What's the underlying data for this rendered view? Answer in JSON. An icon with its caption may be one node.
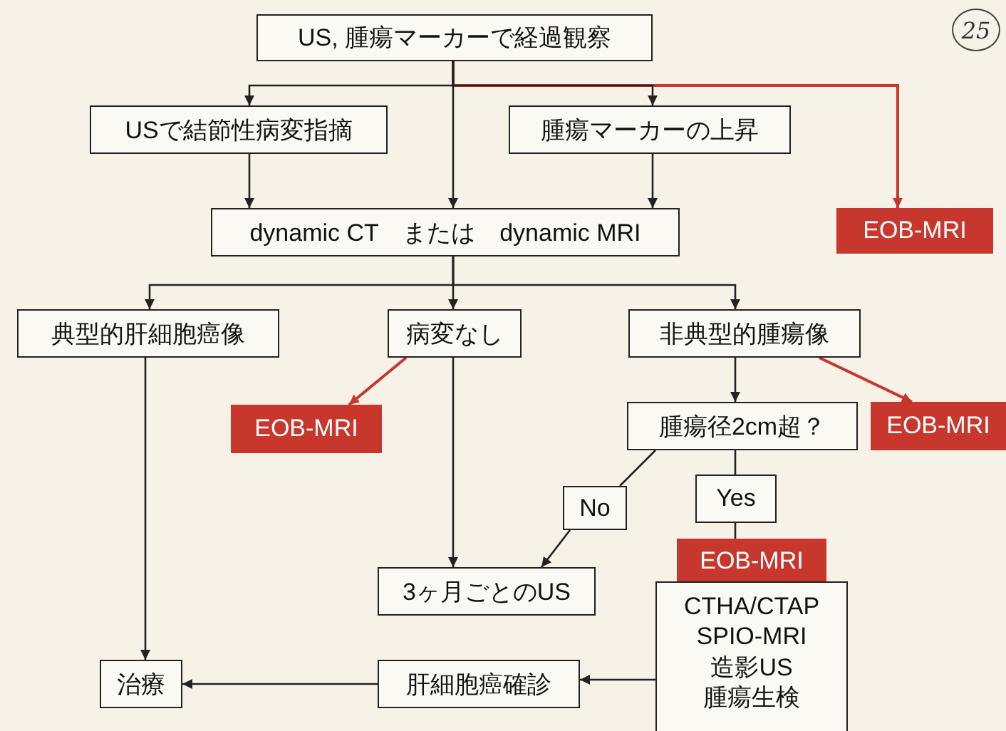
{
  "diagram": {
    "nodes": [
      {
        "text": [
          "US, 腫瘍マーカーで経過観察"
        ]
      },
      {
        "text": [
          "USで結節性病変指摘"
        ]
      },
      {
        "text": [
          "腫瘍マーカーの上昇"
        ]
      },
      {
        "text": [
          "EOB-MRI"
        ]
      },
      {
        "text": [
          "dynamic CT　または　dynamic MRI"
        ]
      },
      {
        "text": [
          "典型的肝細胞癌像"
        ]
      },
      {
        "text": [
          "病変なし"
        ]
      },
      {
        "text": [
          "非典型的腫瘍像"
        ]
      },
      {
        "text": [
          "EOB-MRI"
        ]
      },
      {
        "text": [
          "腫瘍径2cm超？"
        ]
      },
      {
        "text": [
          "EOB-MRI"
        ]
      },
      {
        "text": [
          "No"
        ]
      },
      {
        "text": [
          "Yes"
        ]
      },
      {
        "text": [
          "3ヶ月ごとのUS"
        ]
      },
      {
        "text": [
          "EOB-MRI"
        ]
      },
      {
        "text": [
          "CTHA/CTAP",
          "SPIO-MRI",
          "造影US",
          "腫瘍生検"
        ]
      },
      {
        "text": [
          "肝細胞癌確診"
        ]
      },
      {
        "text": [
          "治療"
        ]
      }
    ],
    "edges": [
      {
        "from": 0,
        "to": 1,
        "arrow": "to"
      },
      {
        "from": 0,
        "to": 2,
        "arrow": "to"
      },
      {
        "from": 0,
        "to": 4,
        "arrow": "to"
      },
      {
        "from": 0,
        "to": 3,
        "arrow": "to",
        "color": "#c8372d"
      },
      {
        "from": 1,
        "to": 4,
        "arrow": "to"
      },
      {
        "from": 2,
        "to": 4,
        "arrow": "to"
      },
      {
        "from": 4,
        "to": 5,
        "arrow": "to"
      },
      {
        "from": 4,
        "to": 6,
        "arrow": "to"
      },
      {
        "from": 4,
        "to": 7,
        "arrow": "to"
      },
      {
        "from": 6,
        "to": 8,
        "arrow": "to",
        "color": "#c8372d"
      },
      {
        "from": 7,
        "to": 9,
        "arrow": "to"
      },
      {
        "from": 7,
        "to": 10,
        "arrow": "to",
        "color": "#c8372d"
      },
      {
        "from": 9,
        "to": 11,
        "arrow": "none"
      },
      {
        "from": 11,
        "to": 13,
        "arrow": "to"
      },
      {
        "from": 9,
        "to": 12,
        "arrow": "none"
      },
      {
        "from": 12,
        "to": 14,
        "arrow": "none"
      },
      {
        "from": 6,
        "to": 13,
        "arrow": "to"
      },
      {
        "from": 5,
        "to": 17,
        "arrow": "to"
      },
      {
        "from": 15,
        "to": 16,
        "arrow": "to"
      },
      {
        "from": 16,
        "to": 17,
        "arrow": "to"
      }
    ],
    "labels": [
      "25"
    ]
  }
}
